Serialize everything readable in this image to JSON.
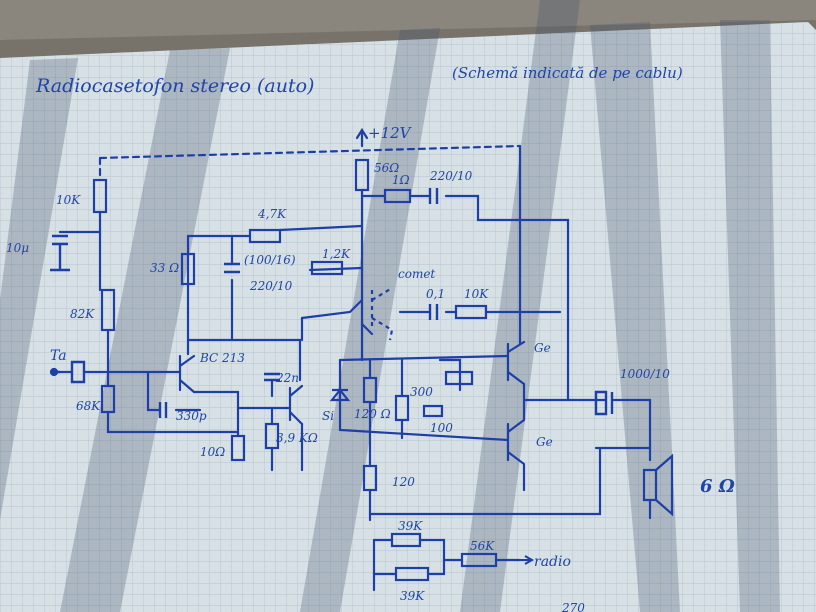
{
  "title": "Radiocasetofon stereo (auto)",
  "subtitle": "(Schemă indicată de pe cablu)",
  "supply": "+12V",
  "input_label": "Ta",
  "resistors": {
    "r10k_top": "10K",
    "r82k": "82K",
    "r68k": "68K",
    "r33": "33 Ω",
    "r4k7": "4,7K",
    "r1k2": "1,2K",
    "r56_top": "56Ω",
    "r1_top": "1Ω",
    "r10k_fb": "10K",
    "r10_emit": "10Ω",
    "r3k9": "3,9 KΩ",
    "r120_a": "120 Ω",
    "r120_b": "120",
    "r300": "300",
    "r100": "100",
    "r39k_a": "39K",
    "r39k_b": "39K",
    "r56k": "56K",
    "r270": "270"
  },
  "capacitors": {
    "c10u": "10μ",
    "c330p": "330p",
    "c100_16": "(100/16)",
    "c220_10": "220/10",
    "c22n": "22n",
    "c220_10_top": "220/10",
    "c01": "0,1",
    "c1000_10": "1000/10"
  },
  "transistors": {
    "t1": "BC 213",
    "t_out_top": "Ge",
    "t_out_bot": "Ge"
  },
  "misc": {
    "si": "Si",
    "comment": "comet",
    "speaker": "6 Ω",
    "radio": "radio"
  }
}
